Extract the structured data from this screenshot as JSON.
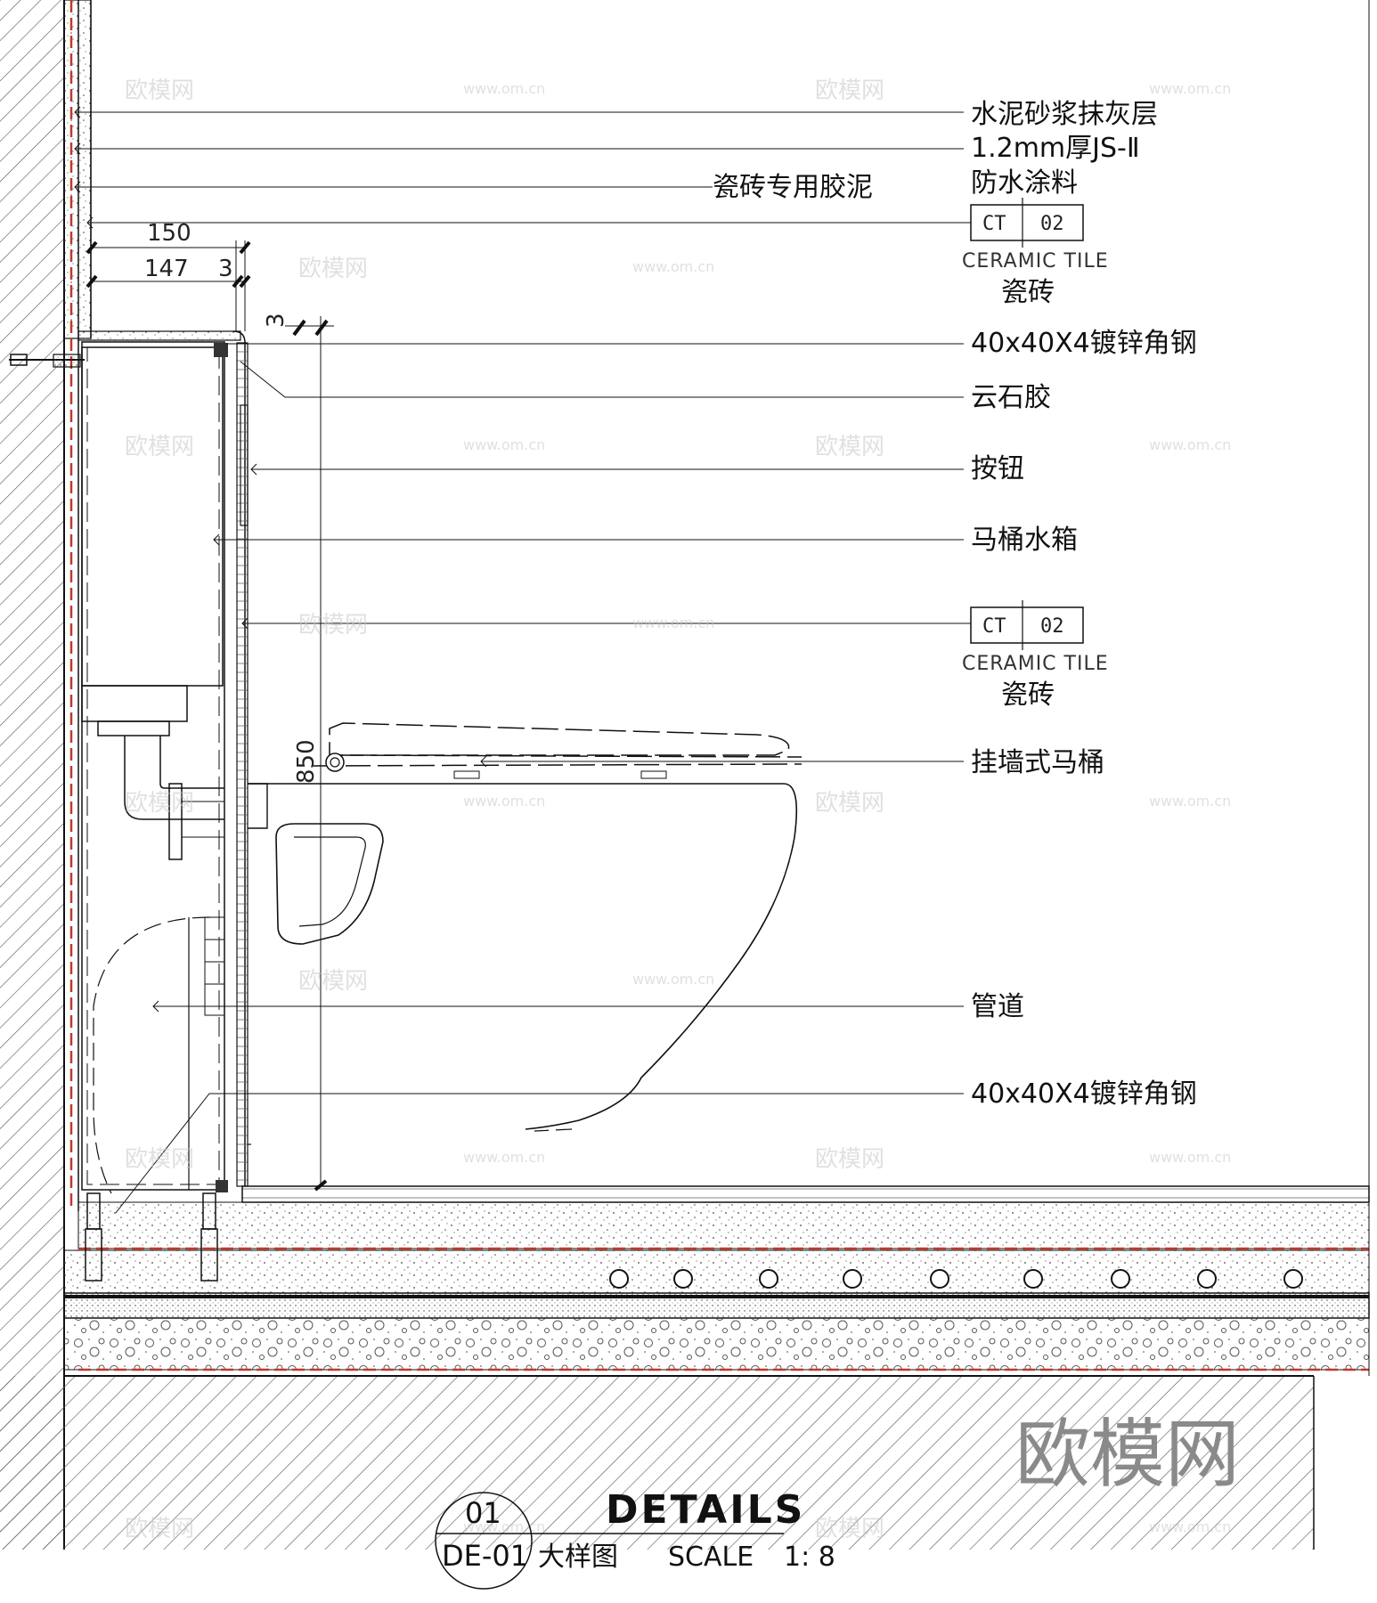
{
  "callouts": {
    "plaster": "水泥砂浆抹灰层",
    "waterproof_line1": "1.2mm厚JS-Ⅱ",
    "waterproof_line2": "防水涂料",
    "tile_adhesive": "瓷砖专用胶泥",
    "angle_steel_top": "40x40X4镀锌角钢",
    "marble_glue": "云石胶",
    "button": "按钮",
    "cistern": "马桶水箱",
    "wall_hung_toilet": "挂墙式马桶",
    "pipe": "管道",
    "angle_steel_bottom": "40x40X4镀锌角钢"
  },
  "material_tags": [
    {
      "code": "CT",
      "number": "02",
      "name_en": "CERAMIC TILE",
      "name_cn": "瓷砖"
    },
    {
      "code": "CT",
      "number": "02",
      "name_en": "CERAMIC TILE",
      "name_cn": "瓷砖"
    }
  ],
  "dimensions": {
    "d150": "150",
    "d147": "147",
    "d3a": "3",
    "d3b": "3",
    "d850": "850"
  },
  "title_block": {
    "number": "01",
    "sheet": "DE-01",
    "title": "DETAILS",
    "subtitle": "大样图",
    "scale_label": "SCALE",
    "scale_value": "1: 8"
  },
  "watermark": {
    "text": "欧模网",
    "url": "www.om.cn"
  },
  "colors": {
    "line": "#111111",
    "waterproof_red": "#c0392b",
    "watermark": "#c8c8c8"
  }
}
